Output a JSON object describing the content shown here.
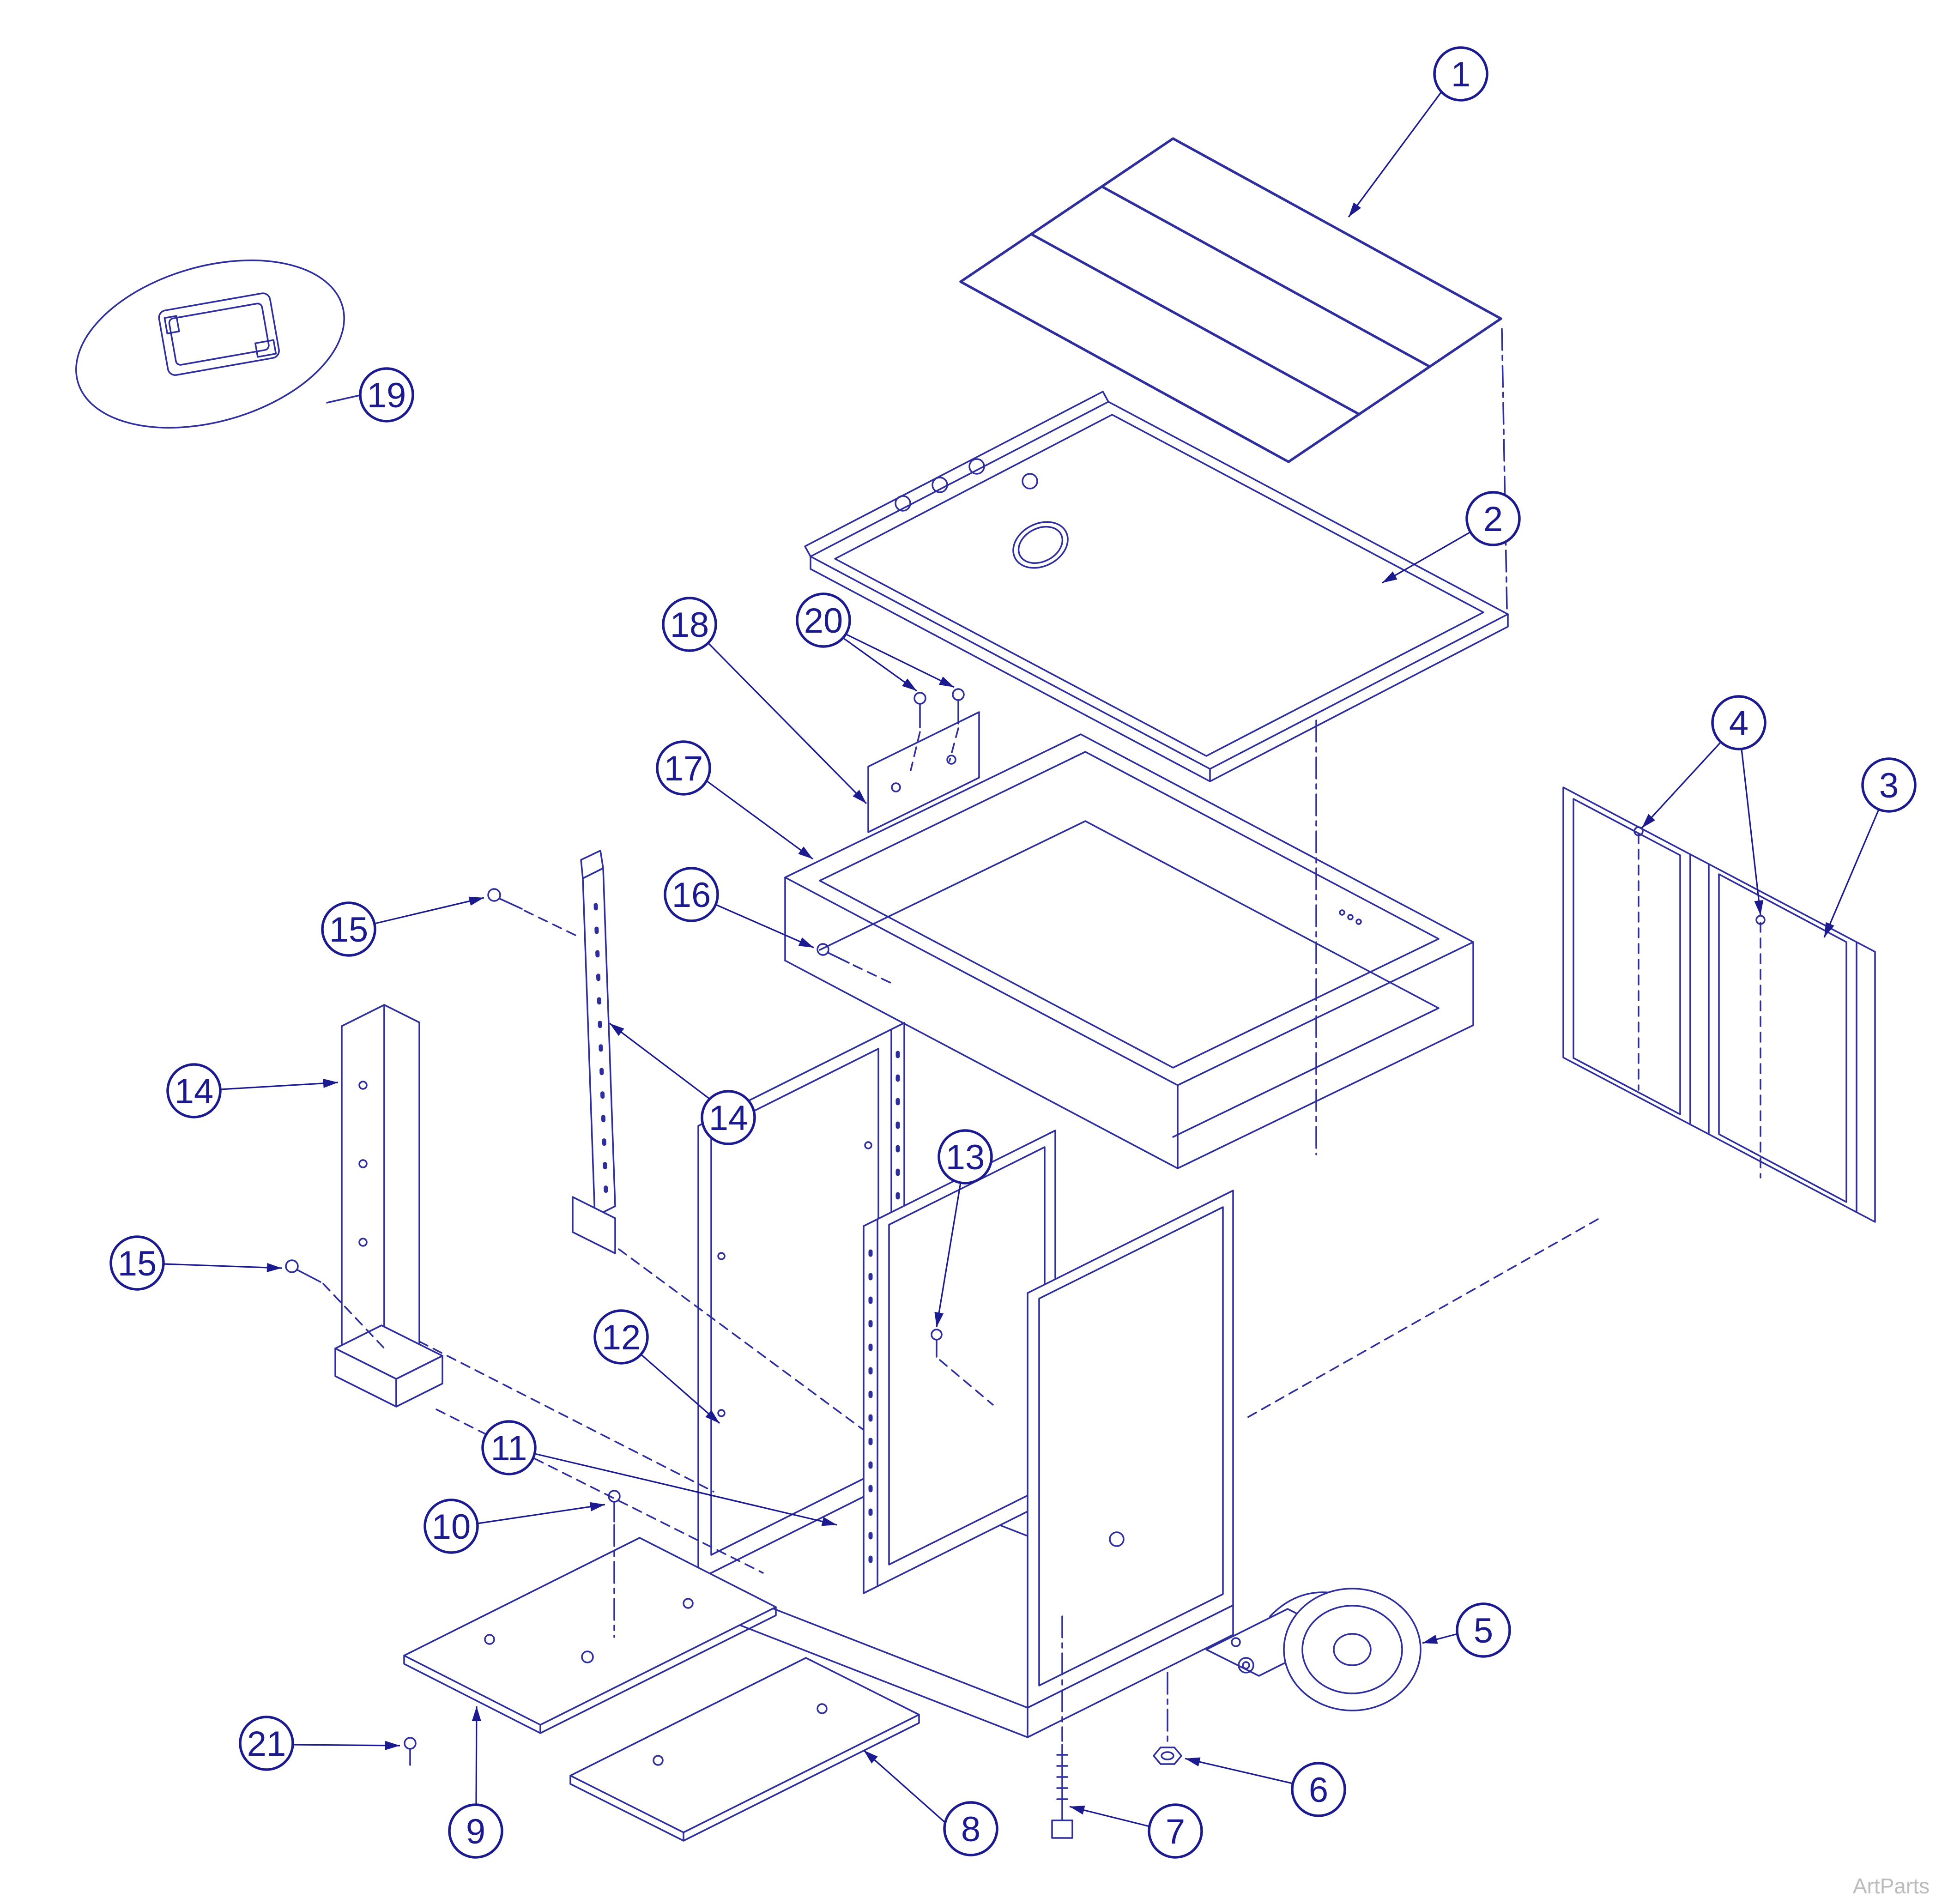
{
  "diagram": {
    "type": "exploded-parts-diagram",
    "watermark": "ArtParts",
    "colors": {
      "line": "#2e2e9c",
      "callout": "#1b1b8f",
      "watermark": "#bcbcbc",
      "background": "#ffffff"
    },
    "callouts": [
      {
        "id": "callout-1",
        "label": "1"
      },
      {
        "id": "callout-2",
        "label": "2"
      },
      {
        "id": "callout-3",
        "label": "3"
      },
      {
        "id": "callout-4",
        "label": "4"
      },
      {
        "id": "callout-5",
        "label": "5"
      },
      {
        "id": "callout-6",
        "label": "6"
      },
      {
        "id": "callout-7",
        "label": "7"
      },
      {
        "id": "callout-8",
        "label": "8"
      },
      {
        "id": "callout-9",
        "label": "9"
      },
      {
        "id": "callout-10",
        "label": "10"
      },
      {
        "id": "callout-11",
        "label": "11"
      },
      {
        "id": "callout-12",
        "label": "12"
      },
      {
        "id": "callout-13",
        "label": "13"
      },
      {
        "id": "callout-14-left",
        "label": "14"
      },
      {
        "id": "callout-14-mid",
        "label": "14"
      },
      {
        "id": "callout-15-upper",
        "label": "15"
      },
      {
        "id": "callout-15-lower",
        "label": "15"
      },
      {
        "id": "callout-16",
        "label": "16"
      },
      {
        "id": "callout-17",
        "label": "17"
      },
      {
        "id": "callout-18",
        "label": "18"
      },
      {
        "id": "callout-19",
        "label": "19"
      },
      {
        "id": "callout-20",
        "label": "20"
      },
      {
        "id": "callout-21",
        "label": "21"
      }
    ]
  }
}
